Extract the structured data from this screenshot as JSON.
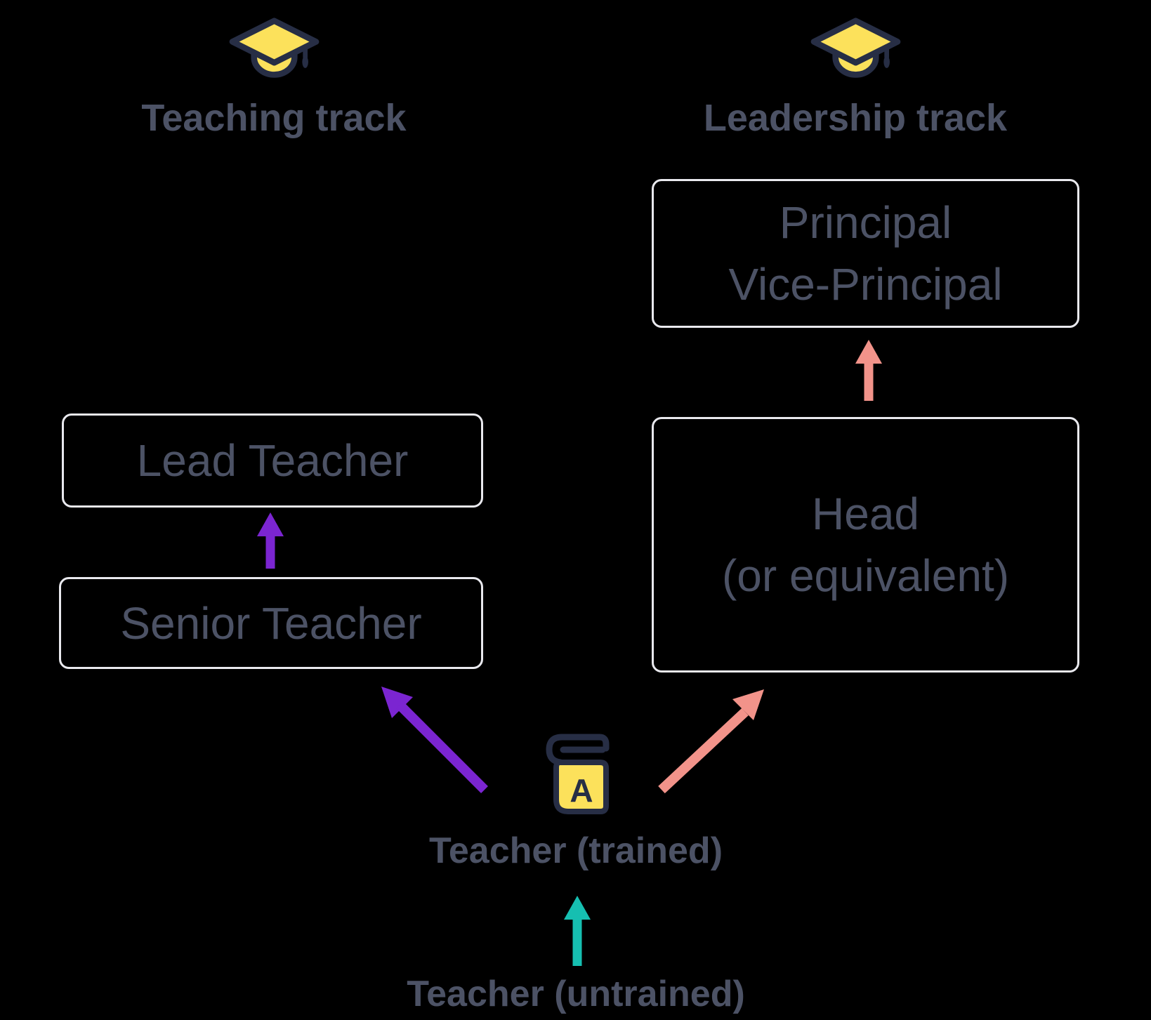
{
  "colors": {
    "background": "#000000",
    "navy": "#272E45",
    "yellow": "#FCE15B",
    "slate": "#4C5265",
    "box-border": "#E9E9EE",
    "purple": "#7B25D1",
    "salmon": "#F2938A",
    "teal": "#16BFB1"
  },
  "tracks": {
    "teaching": {
      "title": "Teaching track",
      "icon": "graduation-cap-icon"
    },
    "leadership": {
      "title": "Leadership track",
      "icon": "graduation-cap-icon"
    }
  },
  "boxes": {
    "lead_teacher": {
      "label": "Lead Teacher"
    },
    "senior_teacher": {
      "label": "Senior Teacher"
    },
    "principal": {
      "line1": "Principal",
      "line2": "Vice-Principal"
    },
    "head": {
      "line1": "Head",
      "line2": "(or equivalent)"
    }
  },
  "nodes": {
    "teacher_trained": {
      "label": "Teacher (trained)",
      "icon": "book-icon",
      "book_letter": "A"
    },
    "teacher_untrained": {
      "label": "Teacher (untrained)"
    }
  },
  "arrows": {
    "senior_to_lead": {
      "from": "Senior Teacher",
      "to": "Lead Teacher",
      "color": "#7B25D1"
    },
    "head_to_principal": {
      "from": "Head (or equivalent)",
      "to": "Principal / Vice-Principal",
      "color": "#F2938A"
    },
    "trained_to_senior": {
      "from": "Teacher (trained)",
      "to": "Senior Teacher",
      "color": "#7B25D1"
    },
    "trained_to_head": {
      "from": "Teacher (trained)",
      "to": "Head (or equivalent)",
      "color": "#F2938A"
    },
    "untrained_to_trained": {
      "from": "Teacher (untrained)",
      "to": "Teacher (trained)",
      "color": "#16BFB1"
    }
  }
}
